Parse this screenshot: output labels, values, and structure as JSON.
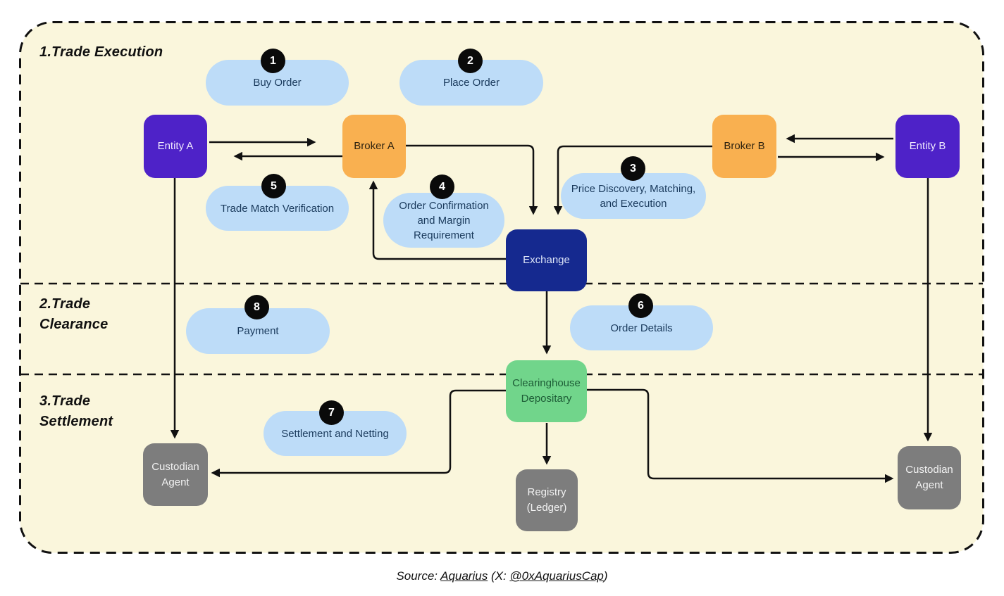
{
  "sections": [
    {
      "lines": [
        "1.Trade Execution"
      ]
    },
    {
      "lines": [
        "2.Trade",
        "Clearance"
      ]
    },
    {
      "lines": [
        "3.Trade",
        "Settlement"
      ]
    }
  ],
  "nodes": {
    "entity_a": {
      "label": "Entity A"
    },
    "broker_a": {
      "label": "Broker A"
    },
    "broker_b": {
      "label": "Broker B"
    },
    "entity_b": {
      "label": "Entity B"
    },
    "exchange": {
      "label": "Exchange"
    },
    "clearinghouse": {
      "lines": [
        "Clearinghouse",
        "Depositary"
      ]
    },
    "registry": {
      "lines": [
        "Registry",
        "(Ledger)"
      ]
    },
    "custodian_left": {
      "lines": [
        "Custodian",
        "Agent"
      ]
    },
    "custodian_right": {
      "lines": [
        "Custodian",
        "Agent"
      ]
    }
  },
  "steps": [
    {
      "number": "1",
      "label": "Buy Order"
    },
    {
      "number": "2",
      "label": "Place Order"
    },
    {
      "number": "3",
      "lines": [
        "Price Discovery, Matching,",
        "and Execution"
      ]
    },
    {
      "number": "4",
      "lines": [
        "Order Confirmation",
        "and Margin",
        "Requirement"
      ]
    },
    {
      "number": "5",
      "label": "Trade Match Verification"
    },
    {
      "number": "6",
      "label": "Order Details"
    },
    {
      "number": "7",
      "label": "Settlement and Netting"
    },
    {
      "number": "8",
      "label": "Payment"
    }
  ],
  "footer": {
    "prefix": "Source: ",
    "source_link": "Aquarius",
    "middle": " (X: ",
    "handle_link": "@0xAquariusCap",
    "suffix": ")"
  },
  "colors": {
    "canvas-bg": "#FFFFFF",
    "board-bg": "#FAF6DC",
    "line": "#111111",
    "purple": "#4E22C8",
    "purple-text": "#EFE9FD",
    "orange": "#F9B050",
    "orange-text": "#2F2310",
    "navy": "#15298F",
    "navy-text": "#DCE4F7",
    "green": "#71D58B",
    "green-text": "#1D5C36",
    "gray": "#7D7D7D",
    "gray-text": "#F2F2F2",
    "pill-blue": "#BDDCF8",
    "pill-text": "#1A3A5C",
    "badge-bg": "#0A0A0A"
  }
}
